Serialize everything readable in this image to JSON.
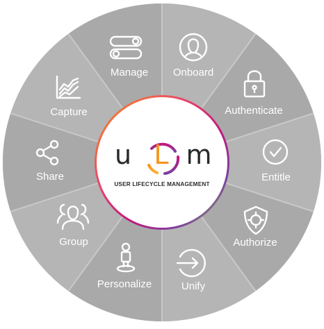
{
  "logo": {
    "letter_1": "u",
    "letter_2": "L",
    "letter_3": "m",
    "subtitle": "USER LIFECYCLE MANAGEMENT"
  },
  "segments": [
    {
      "label": "Onboard",
      "icon": "person-outline-icon"
    },
    {
      "label": "Authenticate",
      "icon": "padlock-icon"
    },
    {
      "label": "Entitle",
      "icon": "check-circle-icon"
    },
    {
      "label": "Authorize",
      "icon": "shield-target-icon"
    },
    {
      "label": "Unify",
      "icon": "arrow-into-circle-icon"
    },
    {
      "label": "Personalize",
      "icon": "person-on-pedestal-icon"
    },
    {
      "label": "Group",
      "icon": "group-people-icon"
    },
    {
      "label": "Share",
      "icon": "share-icon"
    },
    {
      "label": "Capture",
      "icon": "line-chart-icon"
    },
    {
      "label": "Manage",
      "icon": "toggle-switches-icon"
    }
  ],
  "colors": {
    "wheel_gray": "#a9a9a9",
    "wheel_gray_light": "#b5b5b5",
    "divider": "#c9c9c9",
    "ring_orange": "#f7941d",
    "ring_magenta": "#c2187e",
    "ring_purple": "#7b3fa0",
    "ring_green": "#8dc63f"
  }
}
